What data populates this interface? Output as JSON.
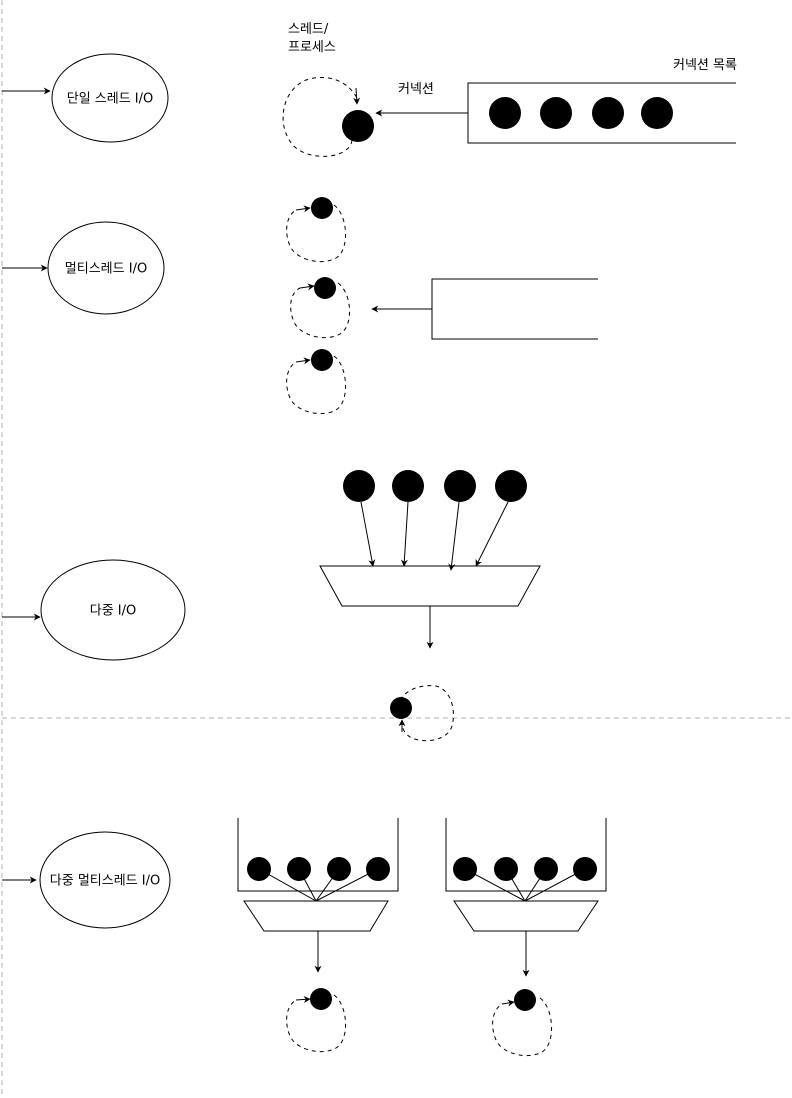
{
  "labels": {
    "thread_process_line1": "스레드/",
    "thread_process_line2": "프로세스",
    "connection": "커넥션",
    "connection_list": "커넥션 목록"
  },
  "models": [
    {
      "id": "single-thread-io",
      "label": "단일 스레드 I/O"
    },
    {
      "id": "multi-thread-io",
      "label": "멀티스레드 I/O"
    },
    {
      "id": "multiplexed-io",
      "label": "다중 I/O"
    },
    {
      "id": "multiplexed-multithread-io",
      "label": "다중 멀티스레드 I/O"
    }
  ],
  "colors": {
    "stroke": "#000000",
    "guide": "#b3b3b3",
    "background": "#ffffff"
  }
}
